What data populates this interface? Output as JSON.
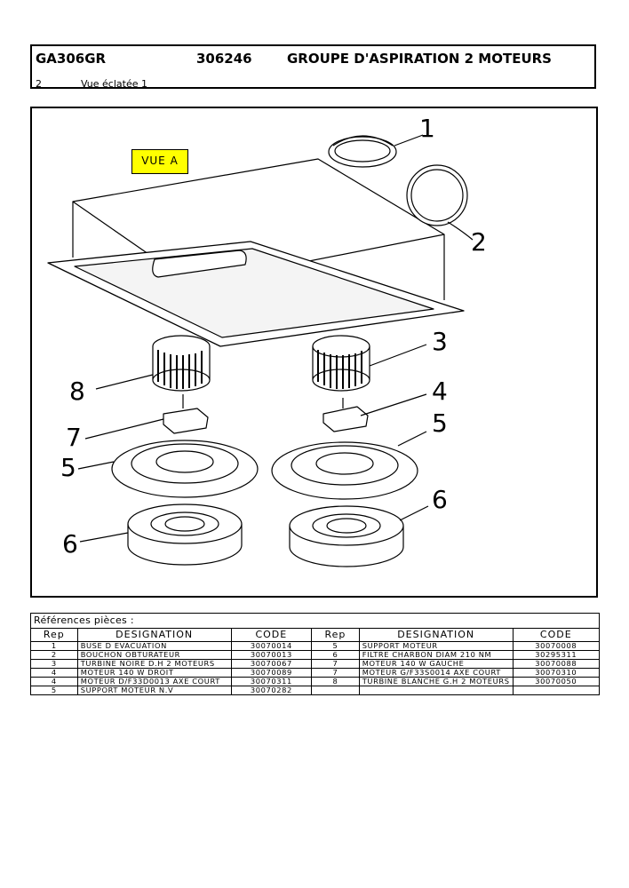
{
  "header": {
    "model": "GA306GR",
    "code": "306246",
    "title": "GROUPE D'ASPIRATION 2 MOTEURS",
    "section_number": "2",
    "view_name": "Vue éclatée 1"
  },
  "diagram": {
    "view_label": "VUE A",
    "view_label_color": "#ffff00",
    "callouts": [
      "1",
      "2",
      "3",
      "4",
      "5",
      "6",
      "7",
      "8",
      "5",
      "6"
    ]
  },
  "parts_table": {
    "title": "Références pièces  :",
    "headers": [
      "Rep",
      "DESIGNATION",
      "CODE",
      "Rep",
      "DESIGNATION",
      "CODE"
    ],
    "rows": [
      [
        "1",
        "BUSE D EVACUATION",
        "30070014",
        "5",
        "SUPPORT MOTEUR",
        "30070008"
      ],
      [
        "2",
        "BOUCHON OBTURATEUR",
        "30070013",
        "6",
        "FILTRE CHARBON DIAM 210  NM",
        "30295311"
      ],
      [
        "3",
        "TURBINE NOIRE D.H 2 MOTEURS",
        "30070067",
        "7",
        "MOTEUR 140 W GAUCHE",
        "30070088"
      ],
      [
        "4",
        "MOTEUR 140 W DROIT",
        "30070089",
        "7",
        "MOTEUR G/F33S0014 AXE COURT",
        "30070310"
      ],
      [
        "4",
        "MOTEUR D/F33D0013 AXE COURT",
        "30070311",
        "8",
        "TURBINE BLANCHE G.H 2 MOTEURS",
        "30070050"
      ],
      [
        "5",
        "SUPPORT MOTEUR N.V",
        "30070282",
        "",
        "",
        ""
      ]
    ]
  }
}
